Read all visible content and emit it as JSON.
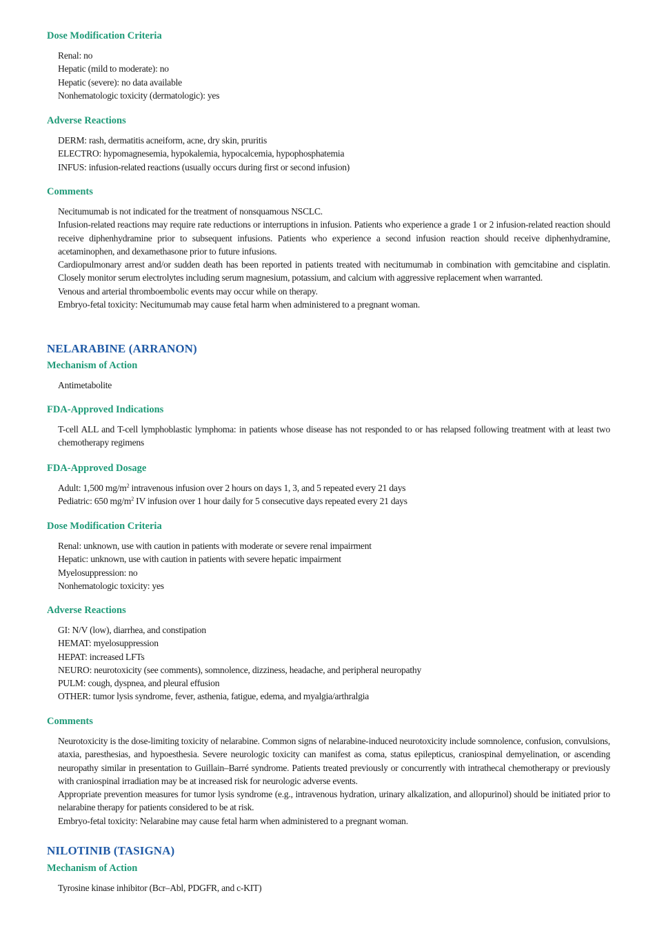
{
  "sec1": {
    "dose_mod_heading": "Dose Modification Criteria",
    "dose_mod": [
      "Renal: no",
      "Hepatic (mild to moderate): no",
      "Hepatic (severe): no data available",
      "Nonhematologic toxicity (dermatologic): yes"
    ],
    "adverse_heading": "Adverse Reactions",
    "adverse": [
      "DERM: rash, dermatitis acneiform, acne, dry skin, pruritis",
      "ELECTRO: hypomagnesemia, hypokalemia, hypocalcemia, hypophosphatemia",
      "INFUS: infusion-related reactions (usually occurs during first or second infusion)"
    ],
    "comments_heading": "Comments",
    "comments": [
      "Necitumumab is not indicated for the treatment of nonsquamous NSCLC.",
      "Infusion-related reactions may require rate reductions or interruptions in infusion. Patients who experience a grade 1 or 2 infusion-related reaction should receive diphenhydramine prior to subsequent infusions. Patients who experience a second infusion reaction should receive diphenhydramine, acetaminophen, and dexamethasone prior to future infusions.",
      "Cardiopulmonary arrest and/or sudden death has been reported in patients treated with necitumumab in combination with gemcitabine and cisplatin. Closely monitor serum electrolytes including serum magnesium, potassium, and calcium with aggressive replacement when warranted.",
      "Venous and arterial thromboembolic events may occur while on therapy.",
      "Embryo-fetal toxicity: Necitumumab may cause fetal harm when administered to a pregnant woman."
    ]
  },
  "nelarabine": {
    "title": "NELARABINE (ARRANON)",
    "moa_heading": "Mechanism of Action",
    "moa": "Antimetabolite",
    "indications_heading": "FDA-Approved Indications",
    "indications": "T-cell ALL and T-cell lymphoblastic lymphoma: in patients whose disease has not responded to or has relapsed following treatment with at least two chemotherapy regimens",
    "dosage_heading": "FDA-Approved Dosage",
    "dosage_adult_pre": "Adult: 1,500 mg/m",
    "dosage_adult_sup": "2",
    "dosage_adult_post": " intravenous infusion over 2 hours on days 1, 3, and 5 repeated every 21 days",
    "dosage_ped_pre": "Pediatric: 650 mg/m",
    "dosage_ped_sup": "2",
    "dosage_ped_post": " IV infusion over 1 hour daily for 5 consecutive days repeated every 21 days",
    "dose_mod_heading": "Dose Modification Criteria",
    "dose_mod": [
      "Renal: unknown, use with caution in patients with moderate or severe renal impairment",
      "Hepatic: unknown, use with caution in patients with severe hepatic impairment",
      "Myelosuppression: no",
      "Nonhematologic toxicity: yes"
    ],
    "adverse_heading": "Adverse Reactions",
    "adverse": [
      "GI: N/V (low), diarrhea, and constipation",
      "HEMAT: myelosuppression",
      "HEPAT: increased LFTs",
      "NEURO: neurotoxicity (see comments), somnolence, dizziness, headache, and peripheral neuropathy",
      "PULM: cough, dyspnea, and pleural effusion",
      "OTHER: tumor lysis syndrome, fever, asthenia, fatigue, edema, and myalgia/arthralgia"
    ],
    "comments_heading": "Comments",
    "comments": [
      "Neurotoxicity is the dose-limiting toxicity of nelarabine. Common signs of nelarabine-induced neurotoxicity include somnolence, confusion, convulsions, ataxia, paresthesias, and hypoesthesia. Severe neurologic toxicity can manifest as coma, status epilepticus, craniospinal demyelination, or ascending neuropathy similar in presentation to Guillain–Barré syndrome. Patients treated previously or concurrently with intrathecal chemotherapy or previously with craniospinal irradiation may be at increased risk for neurologic adverse events.",
      "Appropriate prevention measures for tumor lysis syndrome (e.g., intravenous hydration, urinary alkalization, and allopurinol) should be initiated prior to nelarabine therapy for patients considered to be at risk.",
      "Embryo-fetal toxicity: Nelarabine may cause fetal harm when administered to a pregnant woman."
    ]
  },
  "nilotinib": {
    "title": "NILOTINIB (TASIGNA)",
    "moa_heading": "Mechanism of Action",
    "moa": "Tyrosine kinase inhibitor (Bcr–Abl, PDGFR, and c-KIT)"
  }
}
